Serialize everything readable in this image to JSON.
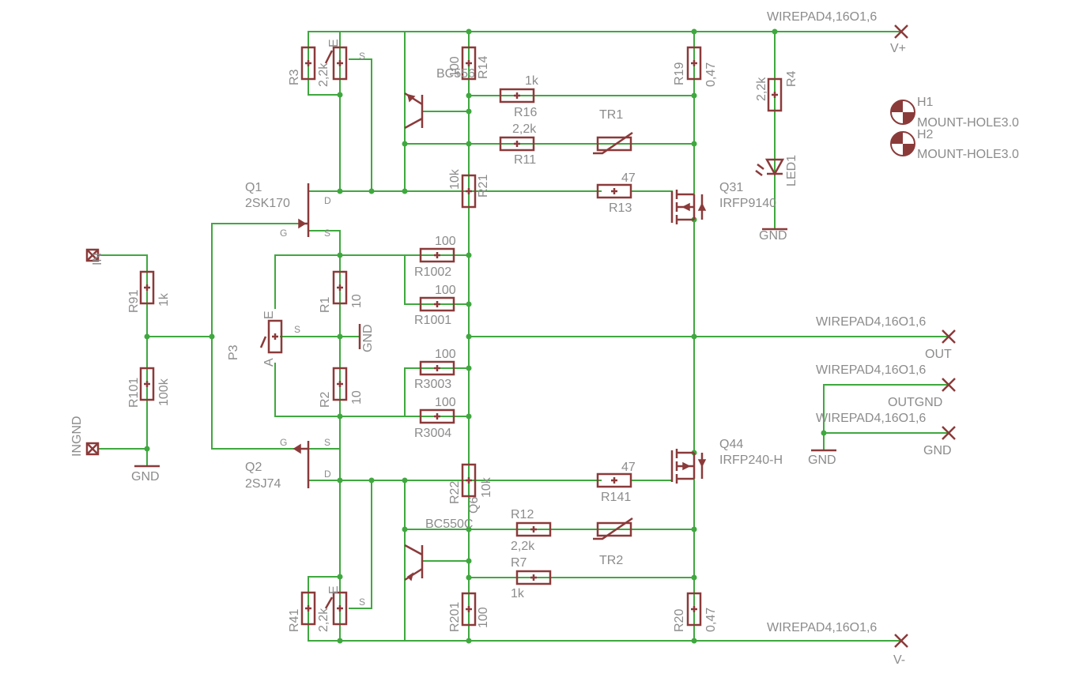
{
  "colors": {
    "wire": "#3fa83f",
    "symbol": "#8b3a3a",
    "text": "#8c8c8c",
    "background": "#ffffff"
  },
  "labels": {
    "wp_vplus": "WIREPAD4,16O1,6",
    "vplus": "V+",
    "wp_out": "WIREPAD4,16O1,6",
    "out": "OUT",
    "wp_outgnd": "WIREPAD4,16O1,6",
    "outgnd": "OUTGND",
    "wp_gnd": "WIREPAD4,16O1,6",
    "gnd_pad": "GND",
    "wp_vminus": "WIREPAD4,16O1,6",
    "vminus": "V-",
    "h1": "H1",
    "h1_val": "MOUNT-HOLE3.0",
    "h2": "H2",
    "h2_val": "MOUNT-HOLE3.0",
    "q1": "Q1",
    "q1_val": "2SK170",
    "q2": "Q2",
    "q2_val": "2SJ74",
    "q31": "Q31",
    "q31_val": "IRFP9140",
    "q44": "Q44",
    "q44_val": "IRFP240-H",
    "q5_val": "BC556",
    "q6": "Q6",
    "q6_val": "BC550C",
    "r16_val": "1k",
    "r16": "R16",
    "r11_val": "2,2k",
    "r11": "R11",
    "tr1": "TR1",
    "tr2": "TR2",
    "r13_val": "47",
    "r13": "R13",
    "r141_val": "47",
    "r141": "R141",
    "r12": "R12",
    "r12_val": "2,2k",
    "r7": "R7",
    "r7_val": "1k",
    "r1002_val": "100",
    "r1002": "R1002",
    "r1001_val": "100",
    "r1001": "R1001",
    "r3003_val": "100",
    "r3003": "R3003",
    "r3004_val": "100",
    "r3004": "R3004",
    "in": "IN",
    "ingnd": "INGND",
    "r91": "R91",
    "r91_val": "1k",
    "r101": "R101",
    "r101_val": "100k",
    "gnd_in": "GND",
    "gnd_mid": "GND",
    "gnd_led": "GND",
    "gnd_out": "GND",
    "p3": "P3",
    "r1": "R1",
    "r1_val": "10",
    "r2": "R2",
    "r2_val": "10",
    "r3": "R3",
    "r3b": "R3",
    "p_top_val": "2,2k",
    "r41": "R41",
    "r41b": "R4",
    "p_bot_val": "2,2k",
    "r14": "R14",
    "r14_val": "100",
    "r21": "R21",
    "r21_val": "10k",
    "r22": "R22",
    "r22_val": "10k",
    "r201": "R201",
    "r201_val": "100",
    "r19": "R19",
    "r19_val": "0,47",
    "r20": "R20",
    "r20_val": "0,47",
    "r4": "R4",
    "r4_val": "2,2k",
    "led1": "LED1",
    "pin_d": "D",
    "pin_g": "G",
    "pin_s": "S",
    "pin_a": "A",
    "pin_e": "E"
  }
}
